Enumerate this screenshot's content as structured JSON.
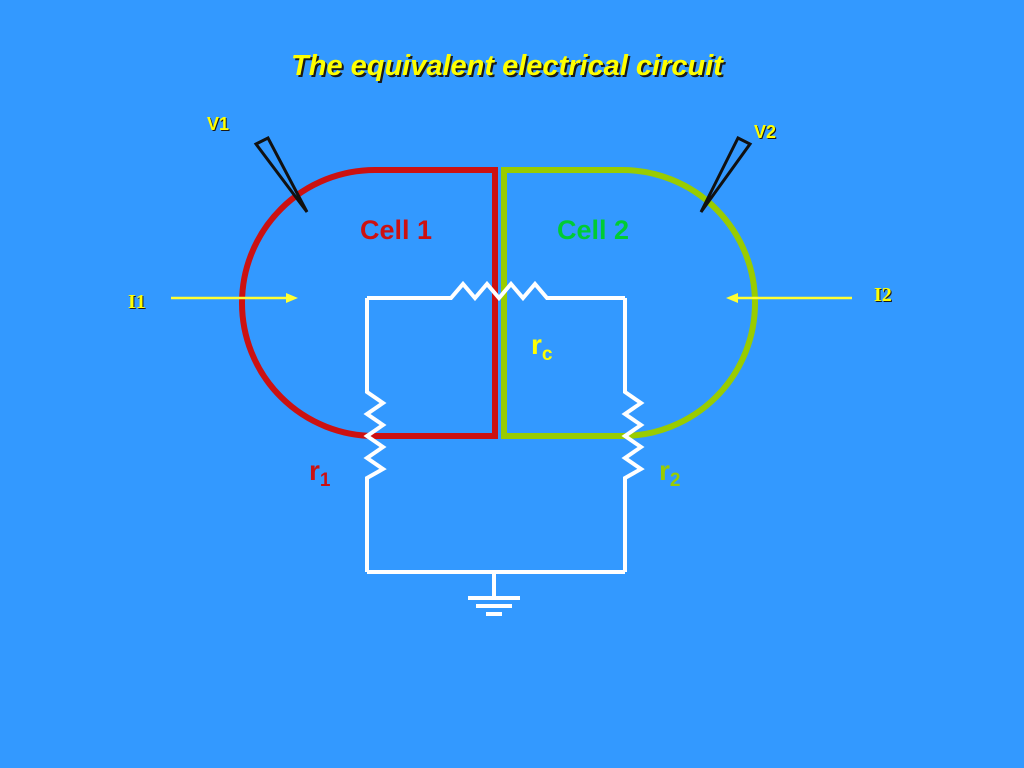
{
  "title": "The equivalent electrical circuit",
  "probes": {
    "v1": {
      "label": "V1"
    },
    "v2": {
      "label": "V2"
    }
  },
  "currents": {
    "i1": {
      "label": "I1"
    },
    "i2": {
      "label": "I2"
    }
  },
  "cells": {
    "cell1": {
      "label": "Cell 1",
      "color": "#cc1111"
    },
    "cell2": {
      "label": "Cell 2",
      "color": "#00cc33"
    }
  },
  "resistors": {
    "rc": {
      "symbol": "r",
      "subscript": "c",
      "color": "#ffff00"
    },
    "r1": {
      "symbol": "r",
      "subscript": "1",
      "color": "#cc1111"
    },
    "r2": {
      "symbol": "r",
      "subscript": "2",
      "color": "#99cc00"
    }
  },
  "colors": {
    "background": "#3399ff",
    "cell1_outline": "#cc1111",
    "cell2_outline": "#99cc00",
    "wire": "#ffffff",
    "probe": "#111111",
    "current_arrow": "#ffff33",
    "title": "#ffff00"
  },
  "icons": {
    "ground": "ground-symbol-icon",
    "probe": "microelectrode-icon"
  }
}
